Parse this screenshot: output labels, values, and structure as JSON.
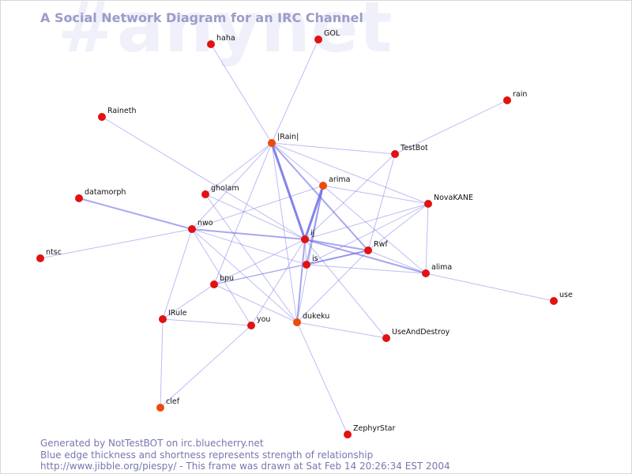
{
  "watermark": "#anynet",
  "title": "A Social Network Diagram for an IRC Channel",
  "footer": {
    "line1": "Generated by NotTestBOT on irc.bluecherry.net",
    "line2": "Blue edge thickness and shortness represents strength of relationship",
    "line3": "http://www.jibble.org/piespy/ - This frame was drawn at Sat Feb 14 20:26:34 EST 2004"
  },
  "colors": {
    "node": "#e21212",
    "node_alt": "#ee4a0a",
    "edge": "#6d6de8",
    "title": "#9c9cc8",
    "footer": "#7777b0"
  },
  "graph": {
    "nodes": [
      {
        "id": "haha",
        "label": "haha"
      },
      {
        "id": "GOL",
        "label": "GOL"
      },
      {
        "id": "Raineth",
        "label": "Raineth"
      },
      {
        "id": "rain",
        "label": "rain"
      },
      {
        "id": "Rain",
        "label": "|Rain|"
      },
      {
        "id": "TestBot",
        "label": "TestBot"
      },
      {
        "id": "gholam",
        "label": "gholam"
      },
      {
        "id": "arima",
        "label": "arima"
      },
      {
        "id": "NovaKANE",
        "label": "NovaKANE"
      },
      {
        "id": "datamorph",
        "label": "datamorph"
      },
      {
        "id": "nwo",
        "label": "nwo"
      },
      {
        "id": "ij",
        "label": "ij"
      },
      {
        "id": "Rwf",
        "label": "Rwf"
      },
      {
        "id": "ntsc",
        "label": "ntsc"
      },
      {
        "id": "is",
        "label": "is"
      },
      {
        "id": "alima",
        "label": "alima"
      },
      {
        "id": "bpu",
        "label": "bpu"
      },
      {
        "id": "use",
        "label": "use"
      },
      {
        "id": "IRule",
        "label": "IRule"
      },
      {
        "id": "you",
        "label": "you"
      },
      {
        "id": "dukeku",
        "label": "dukeku"
      },
      {
        "id": "UseAndDestroy",
        "label": "UseAndDestroy"
      },
      {
        "id": "clef",
        "label": "clef"
      },
      {
        "id": "ZephyrStar",
        "label": "ZephyrStar"
      }
    ],
    "edges": [
      {
        "from": "haha",
        "to": "Rain",
        "weight": 1
      },
      {
        "from": "GOL",
        "to": "Rain",
        "weight": 1
      },
      {
        "from": "Raineth",
        "to": "ij",
        "weight": 1
      },
      {
        "from": "rain",
        "to": "TestBot",
        "weight": 1
      },
      {
        "from": "Rain",
        "to": "TestBot",
        "weight": 1
      },
      {
        "from": "Rain",
        "to": "ij",
        "weight": 3
      },
      {
        "from": "Rain",
        "to": "gholam",
        "weight": 1
      },
      {
        "from": "Rain",
        "to": "arima",
        "weight": 1
      },
      {
        "from": "Rain",
        "to": "Rwf",
        "weight": 2
      },
      {
        "from": "Rain",
        "to": "nwo",
        "weight": 1
      },
      {
        "from": "Rain",
        "to": "dukeku",
        "weight": 1
      },
      {
        "from": "Rain",
        "to": "bpu",
        "weight": 1
      },
      {
        "from": "Rain",
        "to": "NovaKANE",
        "weight": 1
      },
      {
        "from": "TestBot",
        "to": "Rwf",
        "weight": 1
      },
      {
        "from": "TestBot",
        "to": "ij",
        "weight": 1
      },
      {
        "from": "arima",
        "to": "ij",
        "weight": 3
      },
      {
        "from": "arima",
        "to": "is",
        "weight": 2
      },
      {
        "from": "arima",
        "to": "alima",
        "weight": 1
      },
      {
        "from": "arima",
        "to": "dukeku",
        "weight": 1
      },
      {
        "from": "arima",
        "to": "NovaKANE",
        "weight": 1
      },
      {
        "from": "NovaKANE",
        "to": "ij",
        "weight": 1
      },
      {
        "from": "NovaKANE",
        "to": "Rwf",
        "weight": 1
      },
      {
        "from": "NovaKANE",
        "to": "is",
        "weight": 1
      },
      {
        "from": "NovaKANE",
        "to": "alima",
        "weight": 1
      },
      {
        "from": "datamorph",
        "to": "nwo",
        "weight": 2
      },
      {
        "from": "nwo",
        "to": "ij",
        "weight": 2
      },
      {
        "from": "nwo",
        "to": "is",
        "weight": 1
      },
      {
        "from": "nwo",
        "to": "ntsc",
        "weight": 1
      },
      {
        "from": "nwo",
        "to": "you",
        "weight": 1
      },
      {
        "from": "nwo",
        "to": "IRule",
        "weight": 1
      },
      {
        "from": "nwo",
        "to": "arima",
        "weight": 1
      },
      {
        "from": "nwo",
        "to": "dukeku",
        "weight": 1
      },
      {
        "from": "gholam",
        "to": "ij",
        "weight": 1
      },
      {
        "from": "gholam",
        "to": "dukeku",
        "weight": 1
      },
      {
        "from": "ij",
        "to": "Rwf",
        "weight": 2
      },
      {
        "from": "ij",
        "to": "alima",
        "weight": 2
      },
      {
        "from": "ij",
        "to": "is",
        "weight": 1
      },
      {
        "from": "ij",
        "to": "dukeku",
        "weight": 2
      },
      {
        "from": "ij",
        "to": "UseAndDestroy",
        "weight": 1
      },
      {
        "from": "ij",
        "to": "bpu",
        "weight": 1
      },
      {
        "from": "Rwf",
        "to": "is",
        "weight": 2
      },
      {
        "from": "Rwf",
        "to": "bpu",
        "weight": 1
      },
      {
        "from": "Rwf",
        "to": "alima",
        "weight": 1
      },
      {
        "from": "Rwf",
        "to": "dukeku",
        "weight": 1
      },
      {
        "from": "is",
        "to": "alima",
        "weight": 1
      },
      {
        "from": "is",
        "to": "bpu",
        "weight": 1
      },
      {
        "from": "alima",
        "to": "use",
        "weight": 1
      },
      {
        "from": "bpu",
        "to": "IRule",
        "weight": 1
      },
      {
        "from": "bpu",
        "to": "dukeku",
        "weight": 1
      },
      {
        "from": "IRule",
        "to": "you",
        "weight": 1
      },
      {
        "from": "IRule",
        "to": "clef",
        "weight": 1
      },
      {
        "from": "you",
        "to": "clef",
        "weight": 1
      },
      {
        "from": "you",
        "to": "ij",
        "weight": 1
      },
      {
        "from": "dukeku",
        "to": "UseAndDestroy",
        "weight": 1
      },
      {
        "from": "dukeku",
        "to": "ZephyrStar",
        "weight": 1
      }
    ]
  }
}
